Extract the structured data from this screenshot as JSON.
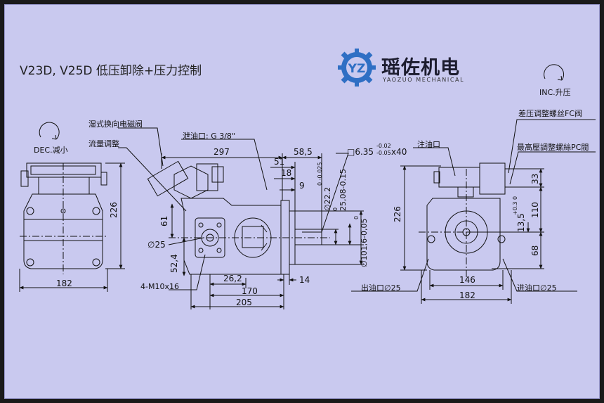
{
  "title": "V23D, V25D 低压卸除+压力控制",
  "brand": {
    "name": "瑶佐机电",
    "subtitle": "YAOZUO MECHANICAL",
    "logo_letters": "YZ",
    "logo_color": "#2f6fc4"
  },
  "labels": {
    "dec": "DEC.减小",
    "inc": "INC.升压",
    "solenoid_valve": "湿式换向电磁阀",
    "flow_adjust": "流量调整",
    "drain_port": "泄油口: G 3/8\"",
    "fill_port": "注油口",
    "diff_screw": "差压调整螺丝FC阀",
    "max_screw": "最高壓調整螺絲PC閥",
    "outlet": "出油口∅25",
    "inlet": "进油口∅25",
    "bolt": "4-M10x16",
    "key": "□6.35",
    "key_tol_top": "-0.02",
    "key_tol_bot": "-0.05",
    "key_len": "x40"
  },
  "dims": {
    "d182_left": "182",
    "d226_left": "226",
    "d297": "297",
    "d58_5": "58,5",
    "d51": "51",
    "d18": "18",
    "d9": "9",
    "d61": "61",
    "d25": "∅25",
    "d52_4": "52,4",
    "d26_2": "26,2",
    "d170": "170",
    "d205": "205",
    "d14": "14",
    "shaft22": "∅22.2",
    "shaft22_tol": "0 -0.025",
    "shaft25": "25,08-0.15",
    "shaft25_tol": "0",
    "shaft101": "∅101,6-0,05",
    "shaft101_tol": "0",
    "d226_right": "226",
    "d33": "33",
    "d110": "110",
    "d13_5": "13,5",
    "d13_5_tol": "+0.3 0",
    "d68": "68",
    "d146": "146",
    "d182_right": "182"
  }
}
